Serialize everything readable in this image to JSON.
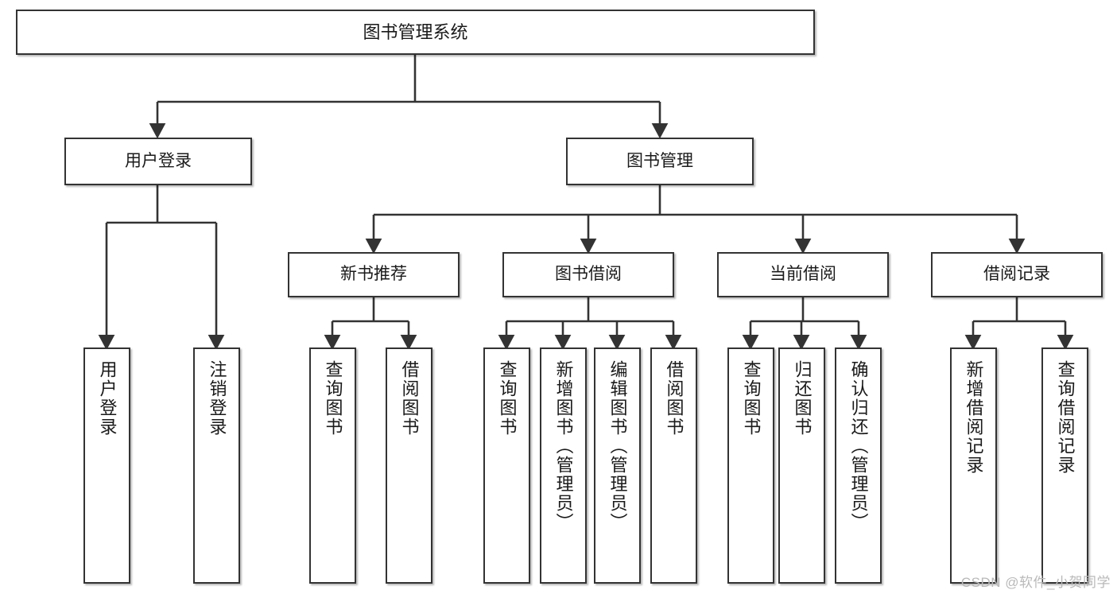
{
  "diagram": {
    "title": "图书管理系统",
    "type": "functional-structure-tree",
    "watermark": "CSDN @软件_小贺同学",
    "colors": {
      "node_border": "#333333",
      "node_fill": "#ffffff",
      "edge": "#333333",
      "text": "#1a1a1a",
      "watermark": "#b9b9b9"
    },
    "levels": {
      "root": {
        "label": "图书管理系统"
      },
      "level2": [
        {
          "id": "user-login",
          "label": "用户登录"
        },
        {
          "id": "book-management",
          "label": "图书管理"
        }
      ],
      "level3": [
        {
          "id": "new-book-recommend",
          "label": "新书推荐",
          "parent": "book-management"
        },
        {
          "id": "book-borrow",
          "label": "图书借阅",
          "parent": "book-management"
        },
        {
          "id": "current-borrow",
          "label": "当前借阅",
          "parent": "book-management"
        },
        {
          "id": "borrow-record",
          "label": "借阅记录",
          "parent": "book-management"
        }
      ],
      "leaves": [
        {
          "id": "leaf-user-login",
          "label": "用户登录",
          "parent": "user-login"
        },
        {
          "id": "leaf-logout",
          "label": "注销登录",
          "parent": "user-login"
        },
        {
          "id": "leaf-query-book-1",
          "label": "查询图书",
          "parent": "new-book-recommend"
        },
        {
          "id": "leaf-borrow-book-1",
          "label": "借阅图书",
          "parent": "new-book-recommend"
        },
        {
          "id": "leaf-query-book-2",
          "label": "查询图书",
          "parent": "book-borrow"
        },
        {
          "id": "leaf-add-book",
          "label": "新增图书（管理员）",
          "parent": "book-borrow"
        },
        {
          "id": "leaf-edit-book",
          "label": "编辑图书（管理员）",
          "parent": "book-borrow"
        },
        {
          "id": "leaf-borrow-book-2",
          "label": "借阅图书",
          "parent": "book-borrow"
        },
        {
          "id": "leaf-query-book-3",
          "label": "查询图书",
          "parent": "current-borrow"
        },
        {
          "id": "leaf-return-book",
          "label": "归还图书",
          "parent": "current-borrow"
        },
        {
          "id": "leaf-confirm-return",
          "label": "确认归还（管理员）",
          "parent": "current-borrow"
        },
        {
          "id": "leaf-add-record",
          "label": "新增借阅记录",
          "parent": "borrow-record"
        },
        {
          "id": "leaf-query-record",
          "label": "查询借阅记录",
          "parent": "borrow-record"
        }
      ]
    }
  }
}
